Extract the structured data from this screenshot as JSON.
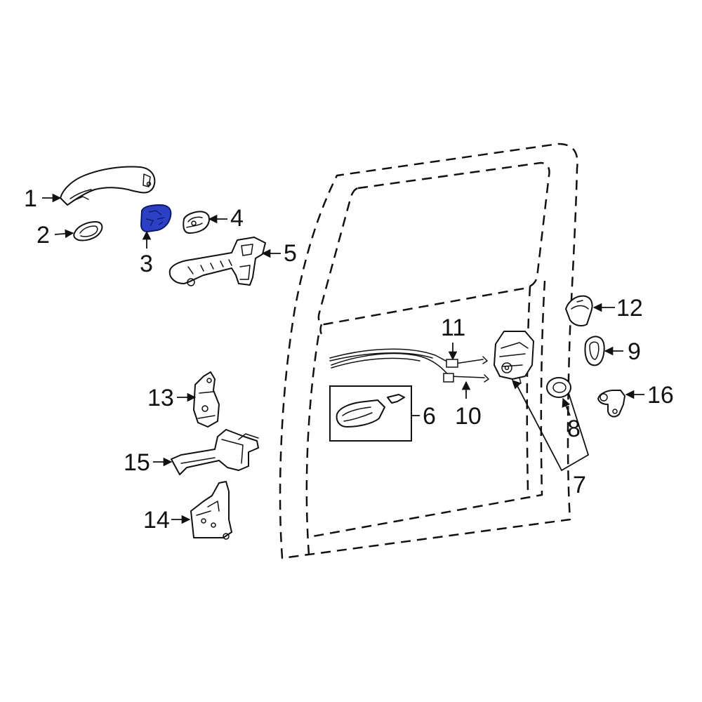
{
  "highlight_color": "#2d3fc4",
  "callouts": [
    {
      "id": "c1",
      "text": "1"
    },
    {
      "id": "c2",
      "text": "2"
    },
    {
      "id": "c3",
      "text": "3"
    },
    {
      "id": "c4",
      "text": "4"
    },
    {
      "id": "c5",
      "text": "5"
    },
    {
      "id": "c6",
      "text": "6"
    },
    {
      "id": "c7",
      "text": "7"
    },
    {
      "id": "c8",
      "text": "8"
    },
    {
      "id": "c9",
      "text": "9"
    },
    {
      "id": "c10",
      "text": "10"
    },
    {
      "id": "c11",
      "text": "11"
    },
    {
      "id": "c12",
      "text": "12"
    },
    {
      "id": "c13",
      "text": "13"
    },
    {
      "id": "c14",
      "text": "14"
    },
    {
      "id": "c15",
      "text": "15"
    },
    {
      "id": "c16",
      "text": "16"
    }
  ]
}
